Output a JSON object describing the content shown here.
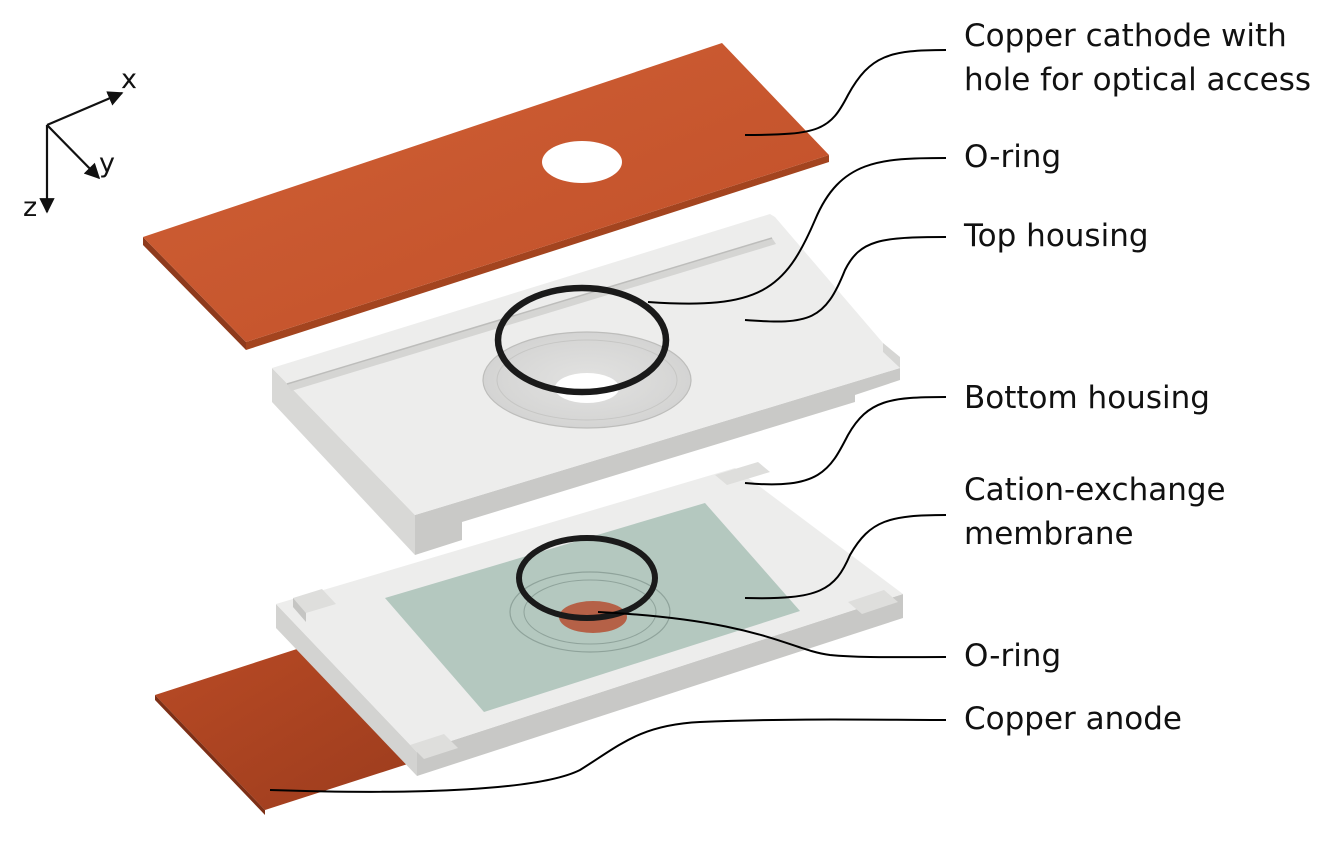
{
  "axes": {
    "x": "x",
    "y": "y",
    "z": "z"
  },
  "labels": {
    "cathode_line1": "Copper cathode with",
    "cathode_line2": "hole for optical access",
    "oring_top": "O-ring",
    "top_housing": "Top housing",
    "bottom_housing": "Bottom housing",
    "membrane_line1": "Cation-exchange",
    "membrane_line2": "membrane",
    "oring_bottom": "O-ring",
    "anode": "Copper anode"
  },
  "colors": {
    "copper": "#c8582f",
    "copper_edge": "#8e3a1c",
    "housing": "#ececeb",
    "housing_side": "#cfcfcd",
    "membrane": "#a9c1b7",
    "oring": "#1a1a1a",
    "leader": "#000000"
  }
}
